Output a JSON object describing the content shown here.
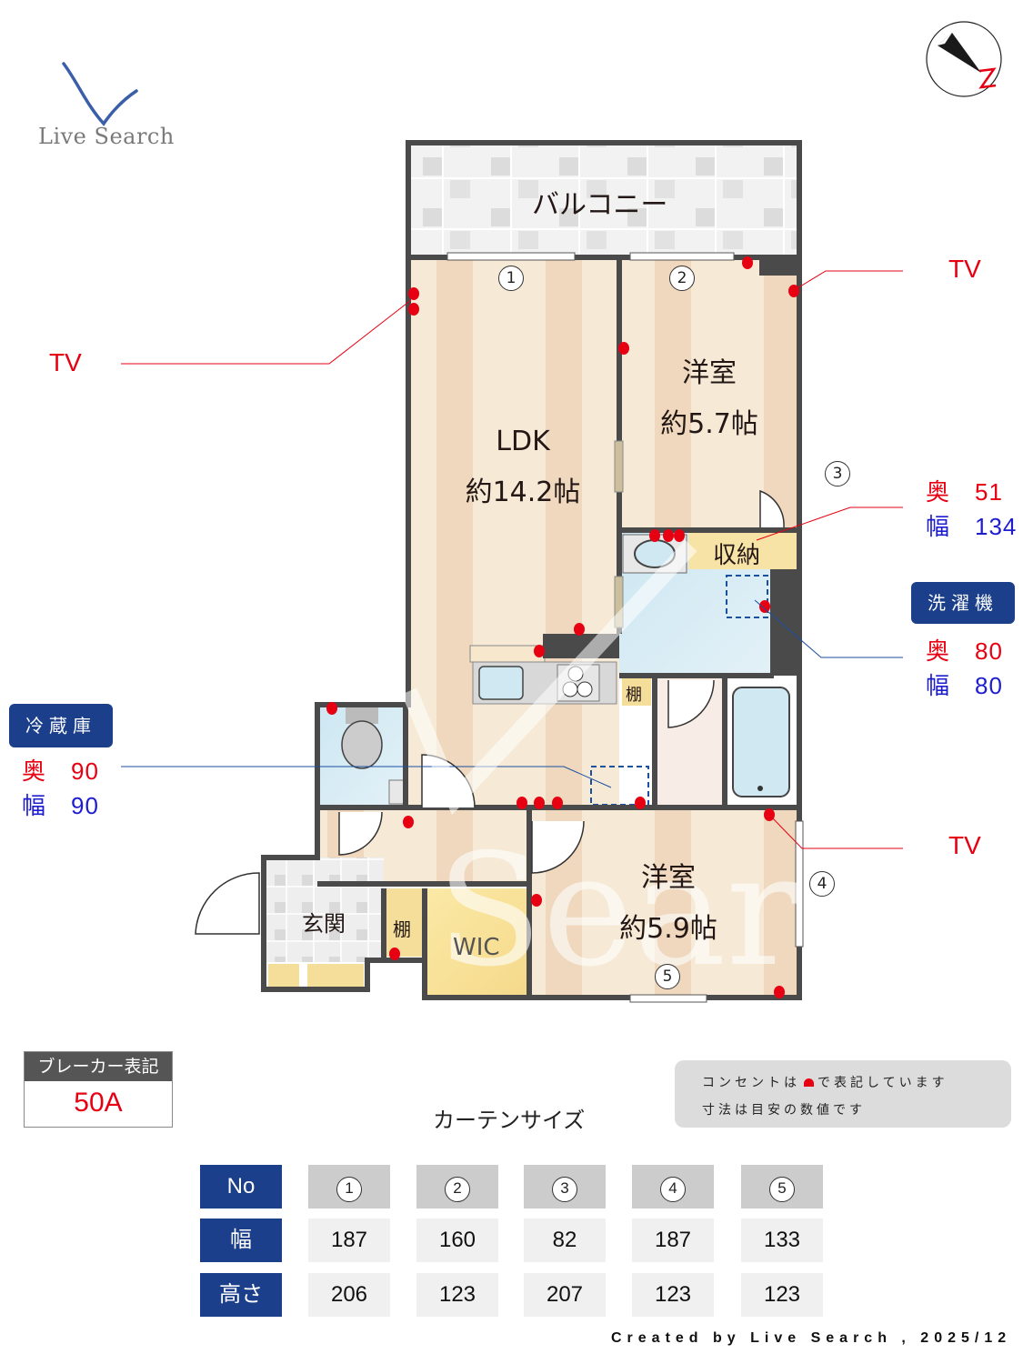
{
  "logo": {
    "text": "Live Search",
    "color": "#3a5fa8"
  },
  "compass": {
    "label": "N",
    "needle_color": "#222222",
    "label_color": "#e60012"
  },
  "rooms": {
    "balcony": "バルコニー",
    "ldk": {
      "name": "LDK",
      "area": "約14.2帖"
    },
    "western1": {
      "name": "洋室",
      "area": "約5.7帖"
    },
    "western2": {
      "name": "洋室",
      "area": "約5.9帖"
    },
    "storage": "収納",
    "shelf1": "棚",
    "shelf2": "棚",
    "entrance": "玄関",
    "wic": "WIC"
  },
  "windows": [
    "1",
    "2",
    "3",
    "4",
    "5"
  ],
  "callouts": {
    "tv_left": "TV",
    "tv_right_top": "TV",
    "tv_right_bottom": "TV",
    "storage": {
      "depth_label": "奥",
      "depth": "51",
      "width_label": "幅",
      "width": "134"
    },
    "washer": {
      "title": "洗濯機",
      "depth_label": "奥",
      "depth": "80",
      "width_label": "幅",
      "width": "80"
    },
    "fridge": {
      "title": "冷蔵庫",
      "depth_label": "奥",
      "depth": "90",
      "width_label": "幅",
      "width": "90"
    }
  },
  "breaker": {
    "label": "ブレーカー表記",
    "value": "50A"
  },
  "note": {
    "line1_a": "コンセントは",
    "line1_b": "で表記しています",
    "line2": "寸法は目安の数値です",
    "outlet_color": "#e60012"
  },
  "curtain": {
    "title": "カーテンサイズ",
    "row_headers": [
      "No",
      "幅",
      "高さ"
    ],
    "numbers": [
      "1",
      "2",
      "3",
      "4",
      "5"
    ],
    "widths": [
      "187",
      "160",
      "82",
      "187",
      "133"
    ],
    "heights": [
      "206",
      "123",
      "207",
      "123",
      "123"
    ]
  },
  "footer": "Created by Live Search , 2025/12",
  "colors": {
    "accent_blue": "#1b3f8b",
    "red": "#e60012",
    "blue_text": "#1d1dcf",
    "wall": "#4a4a4a",
    "floor_light": "#f6ead6",
    "floor_dark": "#efd8bd"
  }
}
